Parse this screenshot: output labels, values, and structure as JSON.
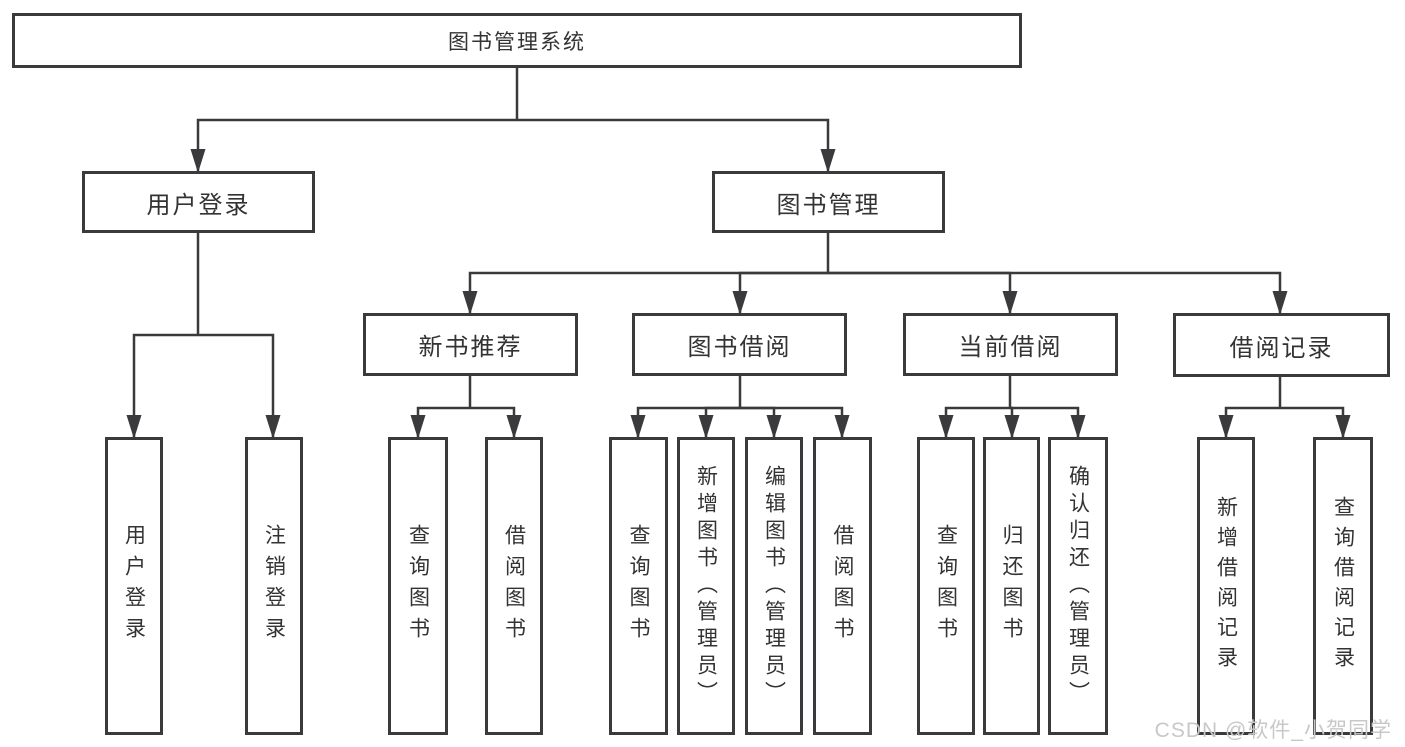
{
  "tree": {
    "root": {
      "label": "图书管理系统"
    },
    "branches": [
      {
        "label": "用户登录",
        "leaves": [
          {
            "label": "用户登录"
          },
          {
            "label": "注销登录"
          }
        ]
      },
      {
        "label": "图书管理",
        "groups": [
          {
            "label": "新书推荐",
            "leaves": [
              {
                "label": "查询图书"
              },
              {
                "label": "借阅图书"
              }
            ]
          },
          {
            "label": "图书借阅",
            "leaves": [
              {
                "label": "查询图书"
              },
              {
                "label": "新增图书（管理员）"
              },
              {
                "label": "编辑图书（管理员）"
              },
              {
                "label": "借阅图书"
              }
            ]
          },
          {
            "label": "当前借阅",
            "leaves": [
              {
                "label": "查询图书"
              },
              {
                "label": "归还图书"
              },
              {
                "label": "确认归还（管理员）"
              }
            ]
          },
          {
            "label": "借阅记录",
            "leaves": [
              {
                "label": "新增借阅记录"
              },
              {
                "label": "查询借阅记录"
              }
            ]
          }
        ]
      }
    ]
  },
  "watermark": {
    "text": "CSDN @软件_小贺同学"
  },
  "colors": {
    "line": "#3a3a3c",
    "text": "#333333",
    "watermark": "#c8c8c8",
    "background": "#ffffff"
  }
}
